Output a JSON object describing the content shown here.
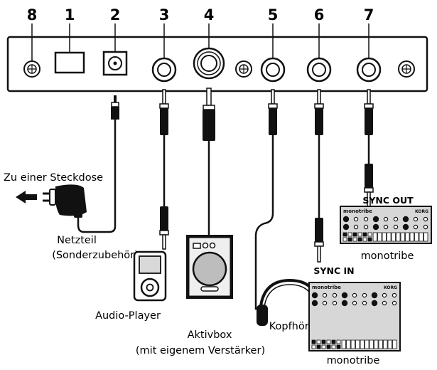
{
  "jack_numbers": [
    "8",
    "1",
    "2",
    "3",
    "4",
    "5",
    "6",
    "7"
  ],
  "labels": {
    "outlet": "Zu einer Steckdose",
    "adapter_line1": "Netzteil",
    "adapter_line2": "(Sonderzubehör)",
    "audio_player": "Audio-Player",
    "speaker_line1": "Aktivbox",
    "speaker_line2": "(mit eigenem Verstärker)",
    "headphones": "Kopfhörer",
    "sync_out": "SYNC OUT",
    "sync_in": "SYNC IN",
    "monotribe_1": "monotribe",
    "monotribe_2": "monotribe"
  },
  "device_logo": {
    "brand": "monotribe",
    "maker": "KORG"
  }
}
